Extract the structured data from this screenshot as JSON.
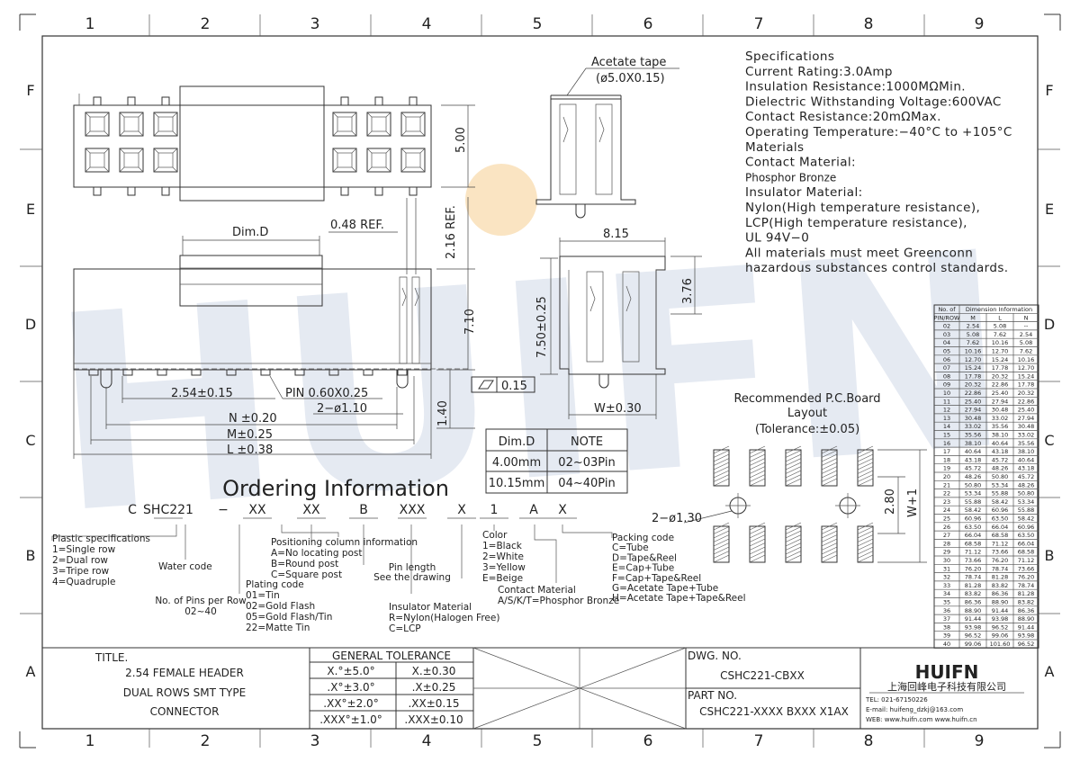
{
  "border": {
    "columns": [
      "1",
      "2",
      "3",
      "4",
      "5",
      "6",
      "7",
      "8",
      "9"
    ],
    "rows": [
      "F",
      "E",
      "D",
      "C",
      "B",
      "A"
    ]
  },
  "watermark": {
    "text": "HUIFN",
    "color": "#dde3ee",
    "dot_color": "#f9dcae"
  },
  "specifications": {
    "lines": [
      "Specifications",
      "Current Rating:3.0Amp",
      "Insulation Resistance:1000MΩMin.",
      "Dielectric Withstanding Voltage:600VAC",
      "Contact Resistance:20mΩMax.",
      "Operating Temperature:−40°C to +105°C",
      "Materials",
      "Contact Material:",
      "Phosphor Bronze",
      "Insulator Material:",
      "Nylon(High temperature resistance),",
      "LCP(High temperature resistance),",
      "UL 94V−0",
      "All materials must meet Greenconn",
      "hazardous substances control standards."
    ]
  },
  "callouts": {
    "acetate_tape": "Acetate tape",
    "acetate_size": "(ø5.0X0.15)",
    "dim_d": "Dim.D",
    "ref_048": "0.48 REF.",
    "ref_216": "2.16 REF.",
    "dim_500": "5.00",
    "dim_710": "7.10",
    "dim_140": "1.40",
    "dim_815": "8.15",
    "dim_376": "3.76",
    "dim_750": "7.50±0.25",
    "dim_w": "W±0.30",
    "flat_box": "0.15",
    "pitch": "2.54±0.15",
    "pin": "PIN 0.60X0.25",
    "hole": "2−ø1.10",
    "n": "N ±0.20",
    "m": "M±0.25",
    "l": "L ±0.38",
    "pcb_hole": "2−ø1.30",
    "pcb_280": "2.80",
    "pcb_w1": "W+1"
  },
  "pcb_layout": {
    "title": "Recommended P.C.Board",
    "subtitle": "Layout",
    "tolerance": "(Tolerance:±0.05)"
  },
  "dim_table": {
    "headers": [
      "Dim.D",
      "NOTE"
    ],
    "rows": [
      [
        "4.00mm",
        "02~03Pin"
      ],
      [
        "10.15mm",
        "04~40Pin"
      ]
    ]
  },
  "ordering": {
    "title": "Ordering Information",
    "code": [
      "C",
      "SHC221",
      "−",
      "XX",
      "XX",
      "B",
      "XXX",
      "X",
      "1",
      "A",
      "X"
    ],
    "plastic": [
      "Plastic specifications",
      "1=Single row",
      "2=Dual row",
      "3=Tripe row",
      "4=Quadruple"
    ],
    "water": "Water code",
    "pins": [
      "No. of Pins per Row",
      "02~40"
    ],
    "positioning": [
      "Positioning column information",
      "A=No locating post",
      "B=Round post",
      "C=Square post"
    ],
    "plating": [
      "Plating code",
      "01=Tin",
      "02=Gold Flash",
      "05=Gold Flash/Tin",
      "22=Matte Tin"
    ],
    "pin_length": [
      "Pin length",
      "See the drawing"
    ],
    "insulator": [
      "Insulator Material",
      "R=Nylon(Halogen Free)",
      "C=LCP"
    ],
    "color": [
      "Color",
      "1=Black",
      "2=White",
      "3=Yellow",
      "E=Beige"
    ],
    "contact": [
      "Contact Material",
      "A/S/K/T=Phosphor Bronze"
    ],
    "packing": [
      "Packing code",
      "C=Tube",
      "D=Tape&Reel",
      "E=Cap+Tube",
      "F=Cap+Tape&Reel",
      "G=Acetate Tape+Tube",
      "H=Acetate Tape+Tape&Reel"
    ]
  },
  "pin_table": {
    "header1": [
      "No. of",
      "Dimension Information"
    ],
    "header2": [
      "PIN/ROW",
      "M",
      "L",
      "N"
    ],
    "rows": [
      [
        "02",
        "2.54",
        "5.08",
        "--"
      ],
      [
        "03",
        "5.08",
        "7.62",
        "2.54"
      ],
      [
        "04",
        "7.62",
        "10.16",
        "5.08"
      ],
      [
        "05",
        "10.16",
        "12.70",
        "7.62"
      ],
      [
        "06",
        "12.70",
        "15.24",
        "10.16"
      ],
      [
        "07",
        "15.24",
        "17.78",
        "12.70"
      ],
      [
        "08",
        "17.78",
        "20.32",
        "15.24"
      ],
      [
        "09",
        "20.32",
        "22.86",
        "17.78"
      ],
      [
        "10",
        "22.86",
        "25.40",
        "20.32"
      ],
      [
        "11",
        "25.40",
        "27.94",
        "22.86"
      ],
      [
        "12",
        "27.94",
        "30.48",
        "25.40"
      ],
      [
        "13",
        "30.48",
        "33.02",
        "27.94"
      ],
      [
        "14",
        "33.02",
        "35.56",
        "30.48"
      ],
      [
        "15",
        "35.56",
        "38.10",
        "33.02"
      ],
      [
        "16",
        "38.10",
        "40.64",
        "35.56"
      ],
      [
        "17",
        "40.64",
        "43.18",
        "38.10"
      ],
      [
        "18",
        "43.18",
        "45.72",
        "40.64"
      ],
      [
        "19",
        "45.72",
        "48.26",
        "43.18"
      ],
      [
        "20",
        "48.26",
        "50.80",
        "45.72"
      ],
      [
        "21",
        "50.80",
        "53.34",
        "48.26"
      ],
      [
        "22",
        "53.34",
        "55.88",
        "50.80"
      ],
      [
        "23",
        "55.88",
        "58.42",
        "53.34"
      ],
      [
        "24",
        "58.42",
        "60.96",
        "55.88"
      ],
      [
        "25",
        "60.96",
        "63.50",
        "58.42"
      ],
      [
        "26",
        "63.50",
        "66.04",
        "60.96"
      ],
      [
        "27",
        "66.04",
        "68.58",
        "63.50"
      ],
      [
        "28",
        "68.58",
        "71.12",
        "66.04"
      ],
      [
        "29",
        "71.12",
        "73.66",
        "68.58"
      ],
      [
        "30",
        "73.66",
        "76.20",
        "71.12"
      ],
      [
        "31",
        "76.20",
        "78.74",
        "73.66"
      ],
      [
        "32",
        "78.74",
        "81.28",
        "76.20"
      ],
      [
        "33",
        "81.28",
        "83.82",
        "78.74"
      ],
      [
        "34",
        "83.82",
        "86.36",
        "81.28"
      ],
      [
        "35",
        "86.36",
        "88.90",
        "83.82"
      ],
      [
        "36",
        "88.90",
        "91.44",
        "86.36"
      ],
      [
        "37",
        "91.44",
        "93.98",
        "88.90"
      ],
      [
        "38",
        "93.98",
        "96.52",
        "91.44"
      ],
      [
        "39",
        "96.52",
        "99.06",
        "93.98"
      ],
      [
        "40",
        "99.06",
        "101.60",
        "96.52"
      ]
    ]
  },
  "title_block": {
    "title_label": "TITLE.",
    "title_lines": [
      "2.54 FEMALE HEADER",
      "DUAL ROWS SMT TYPE",
      "CONNECTOR"
    ],
    "tolerance_header": "GENERAL TOLERANCE",
    "tolerances": [
      [
        "X.°±5.0°",
        "X.±0.30"
      ],
      [
        ".X°±3.0°",
        ".X±0.25"
      ],
      [
        ".XX°±2.0°",
        ".XX±0.15"
      ],
      [
        ".XXX°±1.0°",
        ".XXX±0.10"
      ]
    ],
    "dwg_label": "DWG. NO.",
    "dwg_no": "CSHC221-CBXX",
    "part_label": "PART NO.",
    "part_no": "CSHC221-XXXX BXXX X1AX",
    "company_logo": "HUIFN",
    "company_name": "上海回峰电子科技有限公司",
    "tel": "TEL: 021-67150226",
    "email": "E-mail: huifeng_dzkj@163.com",
    "web": "WEB: www.huifn.com  www.huifn.cn"
  }
}
